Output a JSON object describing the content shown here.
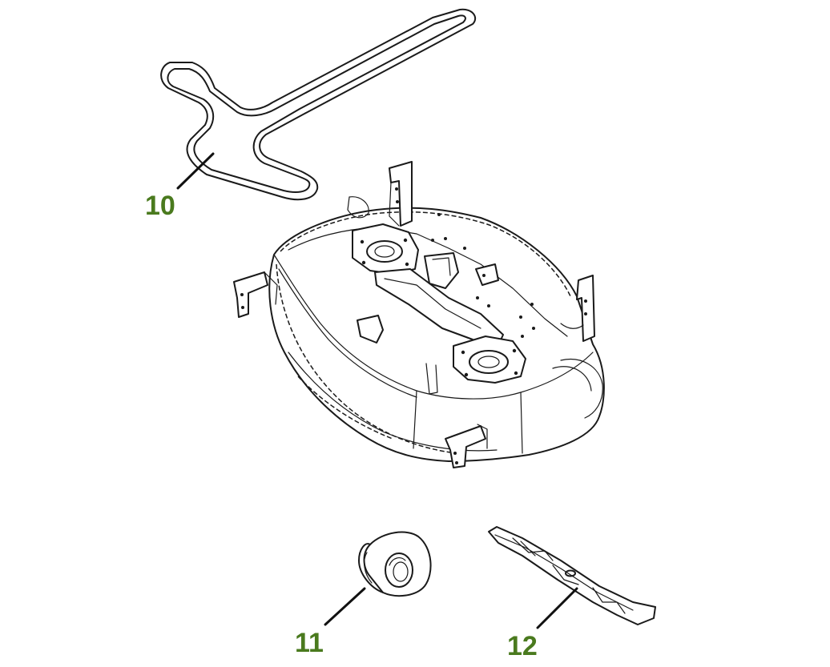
{
  "callouts": {
    "belt": "10",
    "gauge_wheel": "11",
    "blade": "12"
  },
  "colors": {
    "callout_text": "#4a7a1e",
    "line_art": "#1a1a1a",
    "background": "#ffffff"
  }
}
